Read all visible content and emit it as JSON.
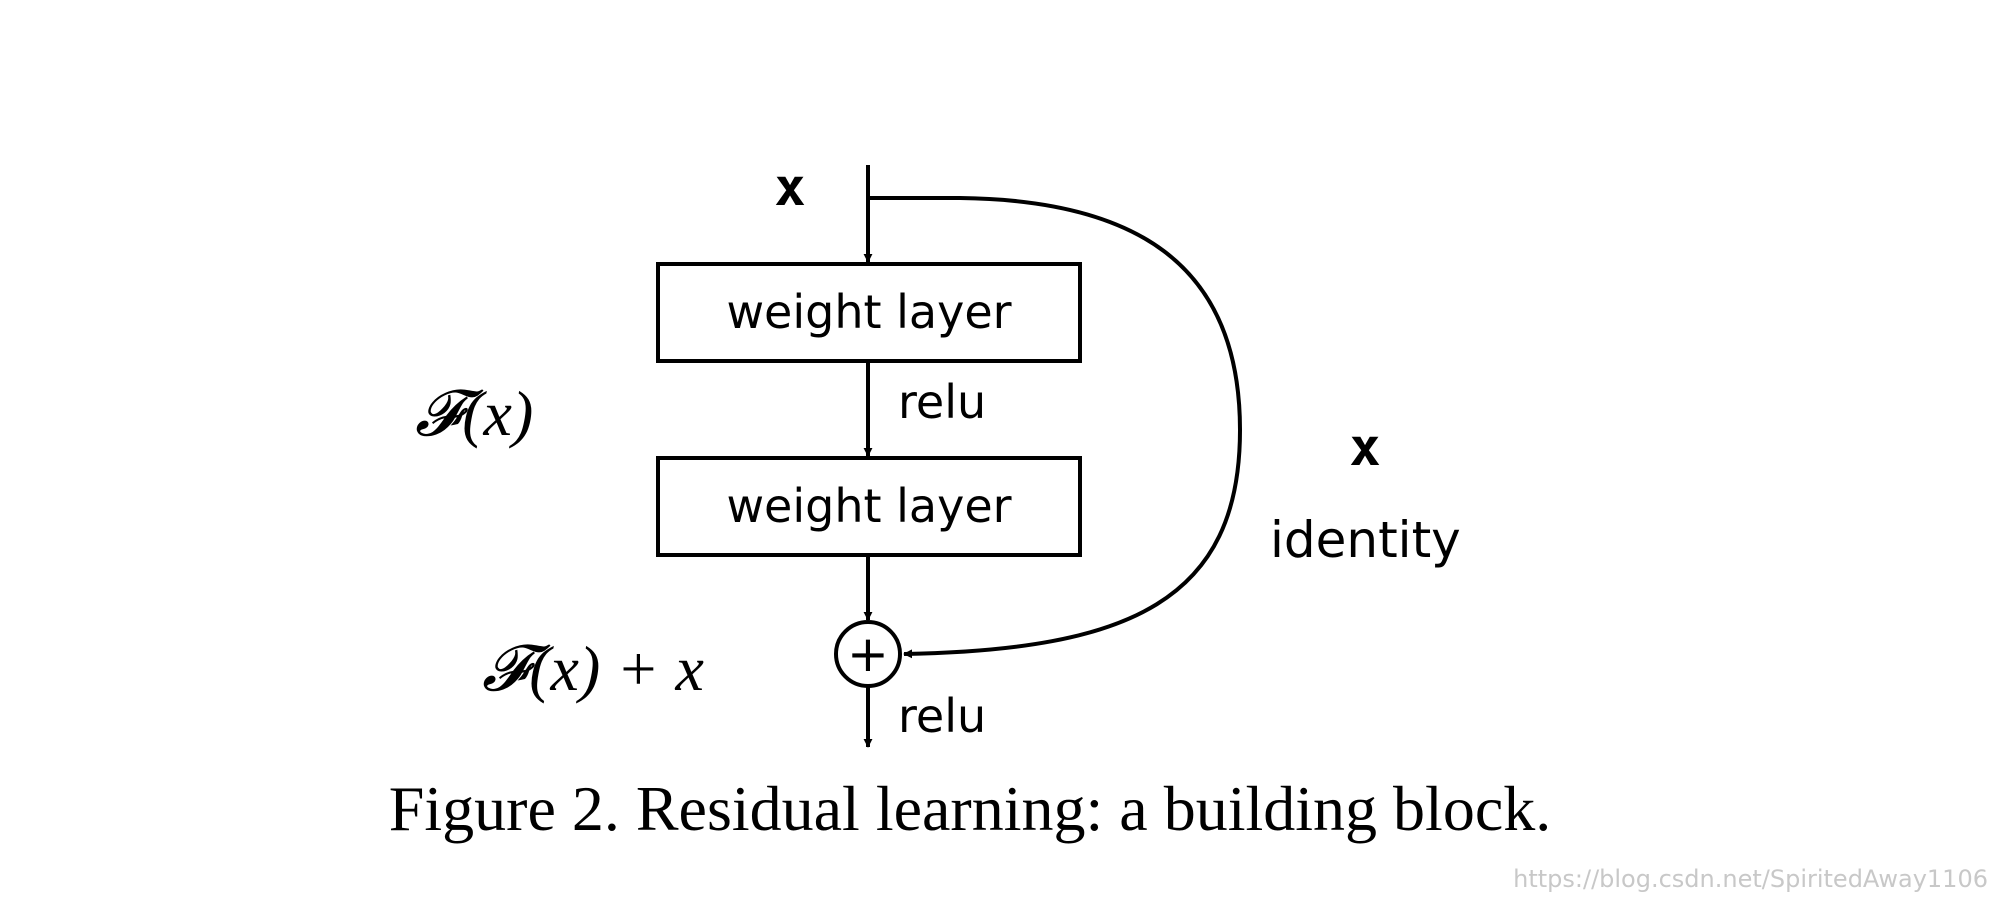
{
  "diagram": {
    "input_var": "x",
    "layer1_label": "weight layer",
    "layer2_label": "weight layer",
    "relu_mid_label": "relu",
    "relu_out_label": "relu",
    "residual_label": "𝓕(x)",
    "sum_label": "𝓕(x) + x",
    "shortcut_var": "x",
    "shortcut_label": "identity",
    "add_symbol": "+"
  },
  "caption": "Figure 2. Residual learning: a building block.",
  "watermark": "https://blog.csdn.net/SpiritedAway1106"
}
